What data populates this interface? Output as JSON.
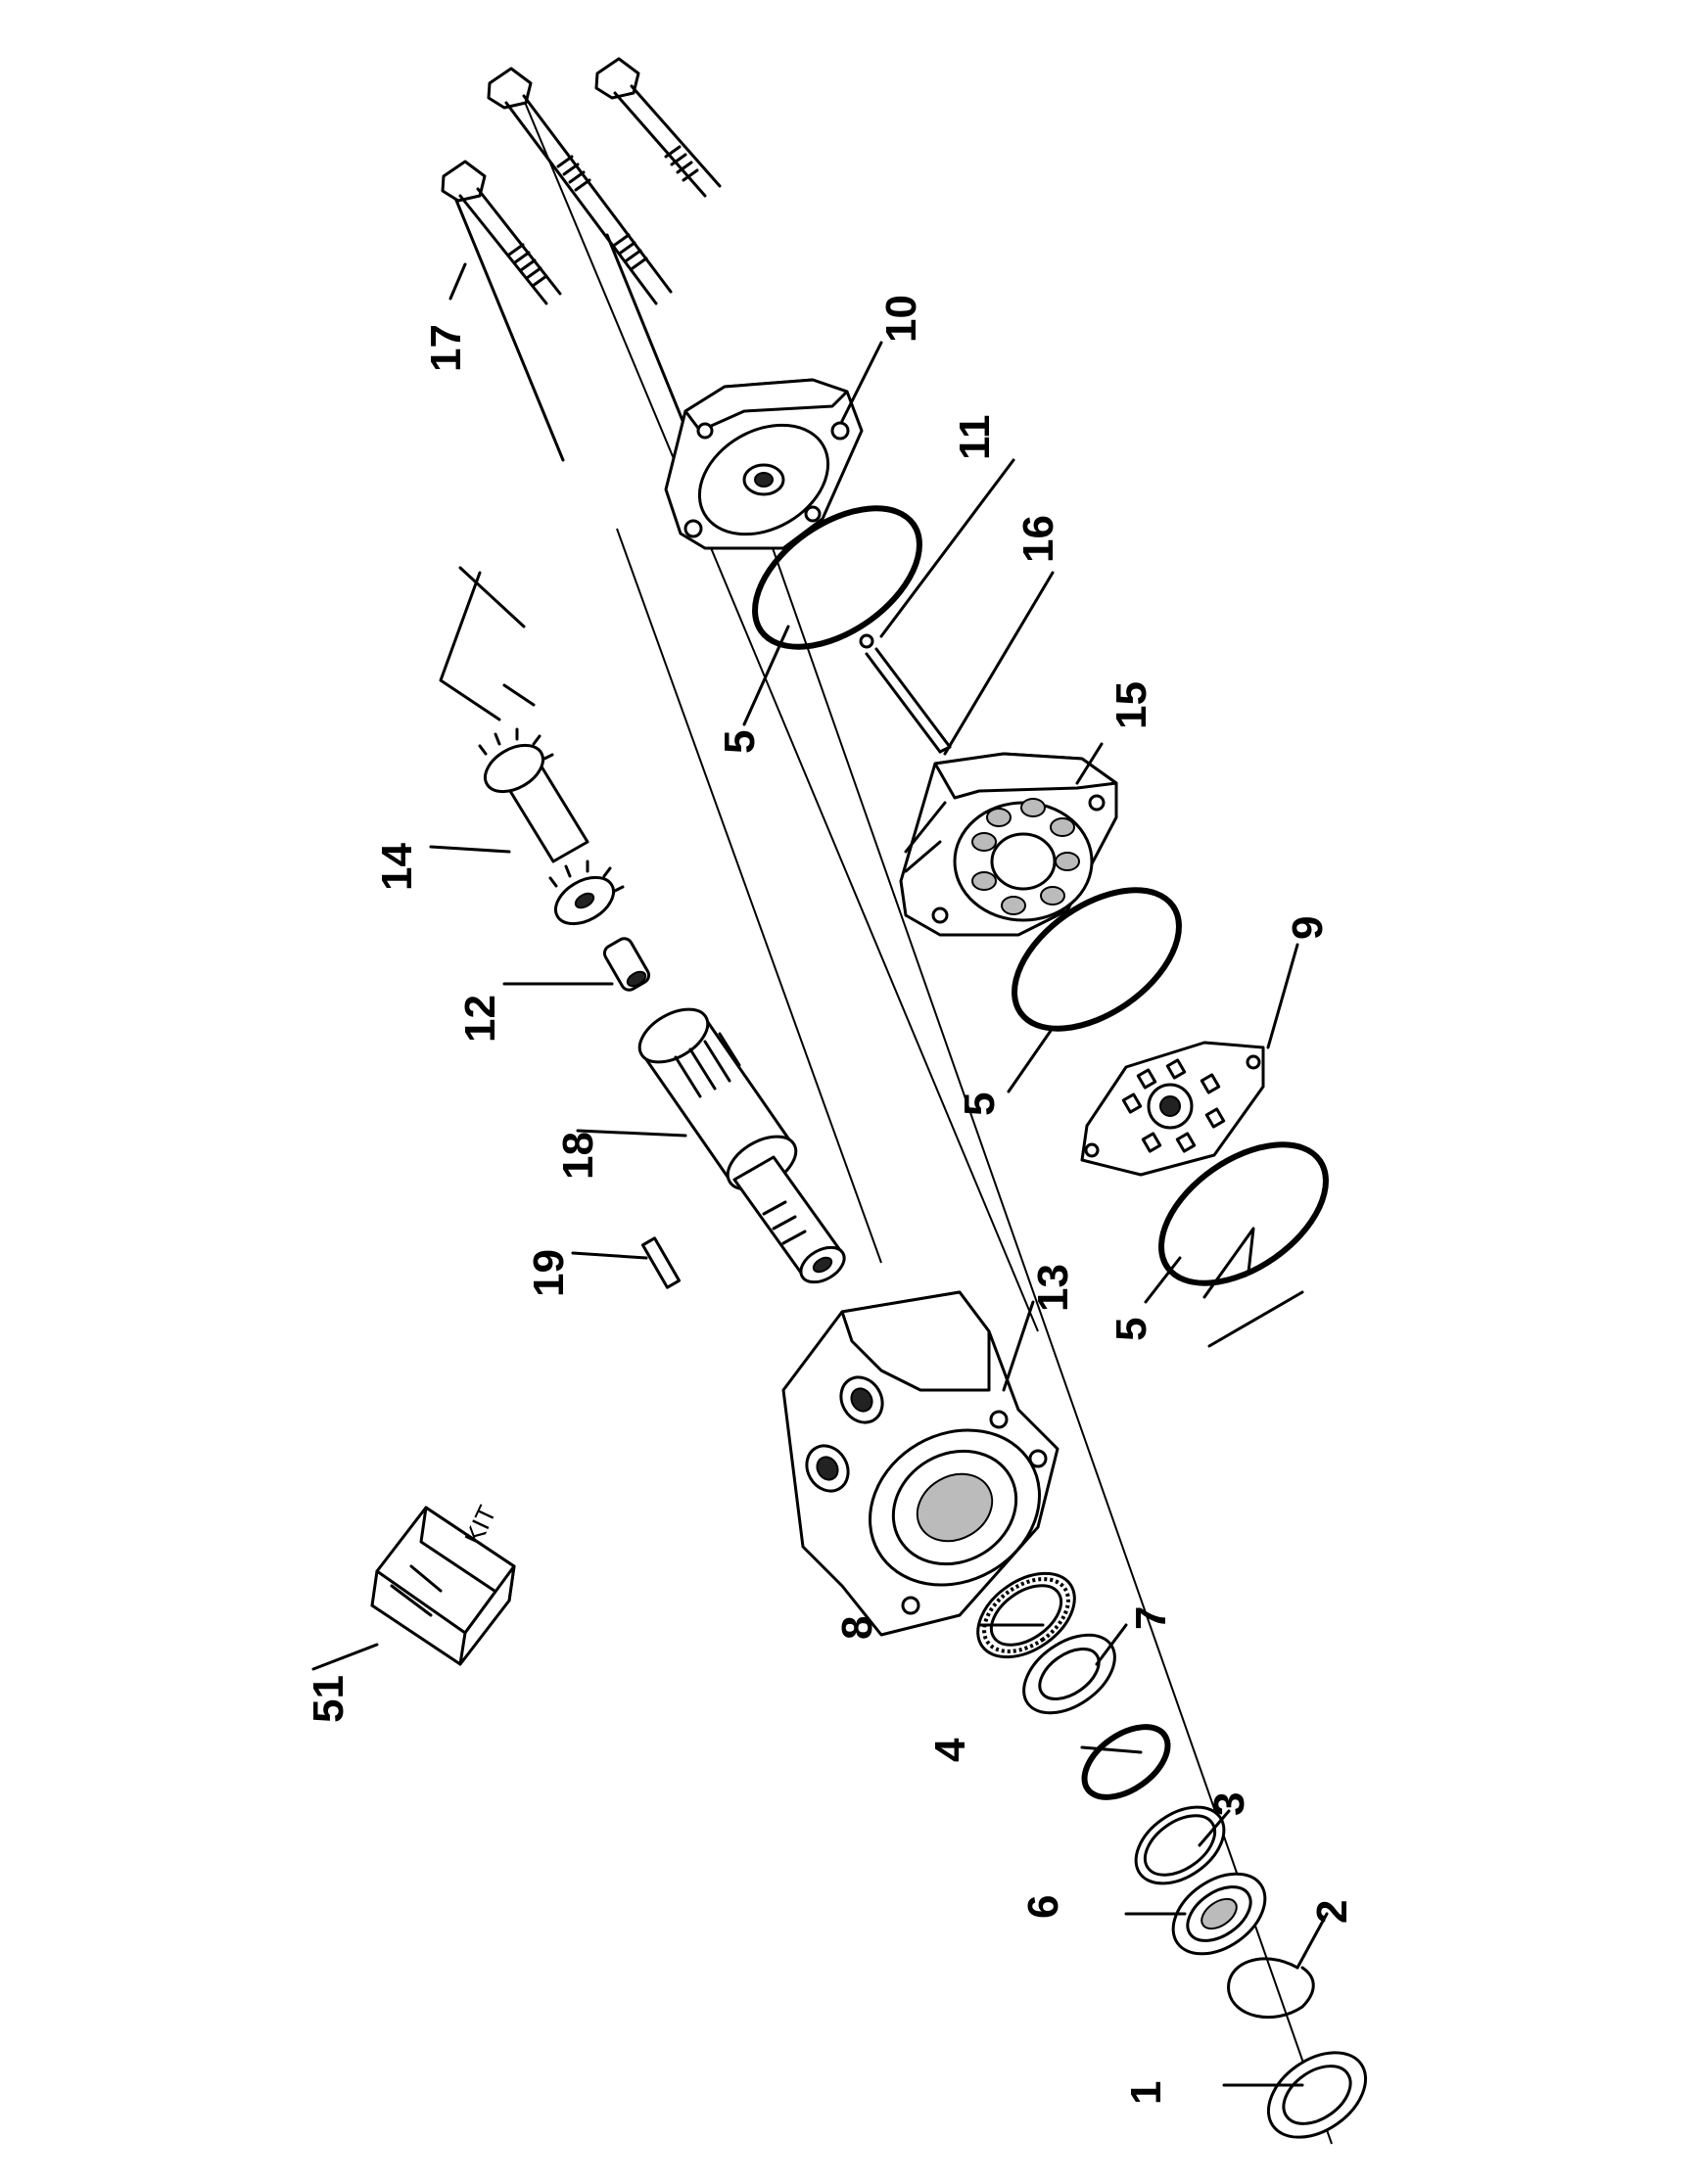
{
  "kit_box_text": "KIT",
  "callouts": [
    {
      "id": "1",
      "label": "1"
    },
    {
      "id": "2",
      "label": "2"
    },
    {
      "id": "3",
      "label": "3"
    },
    {
      "id": "4",
      "label": "4"
    },
    {
      "id": "5a",
      "label": "5"
    },
    {
      "id": "5b",
      "label": "5"
    },
    {
      "id": "5c",
      "label": "5"
    },
    {
      "id": "6",
      "label": "6"
    },
    {
      "id": "7",
      "label": "7"
    },
    {
      "id": "8",
      "label": "8"
    },
    {
      "id": "9",
      "label": "9"
    },
    {
      "id": "10",
      "label": "10"
    },
    {
      "id": "11",
      "label": "11"
    },
    {
      "id": "12",
      "label": "12"
    },
    {
      "id": "13",
      "label": "13"
    },
    {
      "id": "14",
      "label": "14"
    },
    {
      "id": "15",
      "label": "15"
    },
    {
      "id": "16",
      "label": "16"
    },
    {
      "id": "17",
      "label": "17"
    },
    {
      "id": "18",
      "label": "18"
    },
    {
      "id": "19",
      "label": "19"
    },
    {
      "id": "51",
      "label": "51"
    }
  ]
}
